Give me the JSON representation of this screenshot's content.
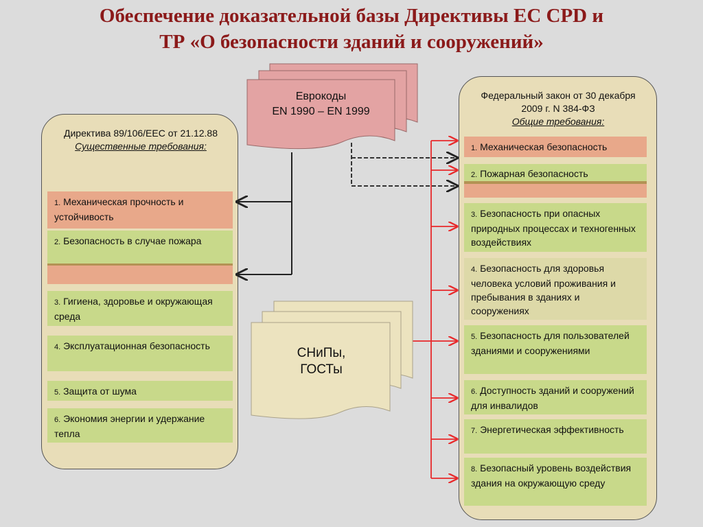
{
  "title": {
    "line1": "Обеспечение доказательной базы Директивы ЕС CPD и",
    "line2": "ТР «О безопасности зданий и сооружений»"
  },
  "eurocodes": {
    "line1": "Еврокоды",
    "line2": "EN 1990 – EN 1999"
  },
  "snips": {
    "line1": "СНиПы,",
    "line2": "ГОСТы"
  },
  "directive": {
    "title": "Директива 89/106/EEC  от 21.12.88",
    "subtitle": "Существенные требования:",
    "items": [
      {
        "num": "1.",
        "text": "Механическая прочность и устойчивость"
      },
      {
        "num": "2.",
        "text": "Безопасность в случае пожара"
      },
      {
        "num": "3.",
        "text": "Гигиена, здоровье и окружающая среда"
      },
      {
        "num": "4.",
        "text": "Эксплуатационная безопасность"
      },
      {
        "num": "5.",
        "text": "Защита от шума"
      },
      {
        "num": "6.",
        "text": "Экономия энергии и удержание тепла"
      }
    ]
  },
  "federal_law": {
    "title": "Федеральный закон от 30 декабря 2009 г. N 384-ФЗ",
    "subtitle": "Общие требования:",
    "items": [
      {
        "num": "1.",
        "text": "Механическая безопасность"
      },
      {
        "num": "2.",
        "text": "Пожарная безопасность"
      },
      {
        "num": "3.",
        "text": "Безопасность при опасных природных процессах и техногенных воздействиях"
      },
      {
        "num": "4.",
        "text": "Безопасность для здоровья человека условий проживания и пребывания в зданиях и сооружениях"
      },
      {
        "num": "5.",
        "text": "Безопасность для пользователей зданиями и сооружениями"
      },
      {
        "num": "6.",
        "text": "Доступность зданий и сооружений для инвалидов"
      },
      {
        "num": "7.",
        "text": "Энергетическая эффективность"
      },
      {
        "num": "8.",
        "text": "Безопасный уровень воздействия здания на окружающую среду"
      }
    ]
  },
  "colors": {
    "title": "#8b1a1a",
    "panel": "#e8ddb8",
    "red_item": "#e8a88a",
    "green_item": "#c8d98a",
    "beige_item": "#ddd9a8",
    "eurocode_doc": "#e3a3a3",
    "snip_doc": "#ece3bf",
    "red_arrow": "#e8292b"
  }
}
